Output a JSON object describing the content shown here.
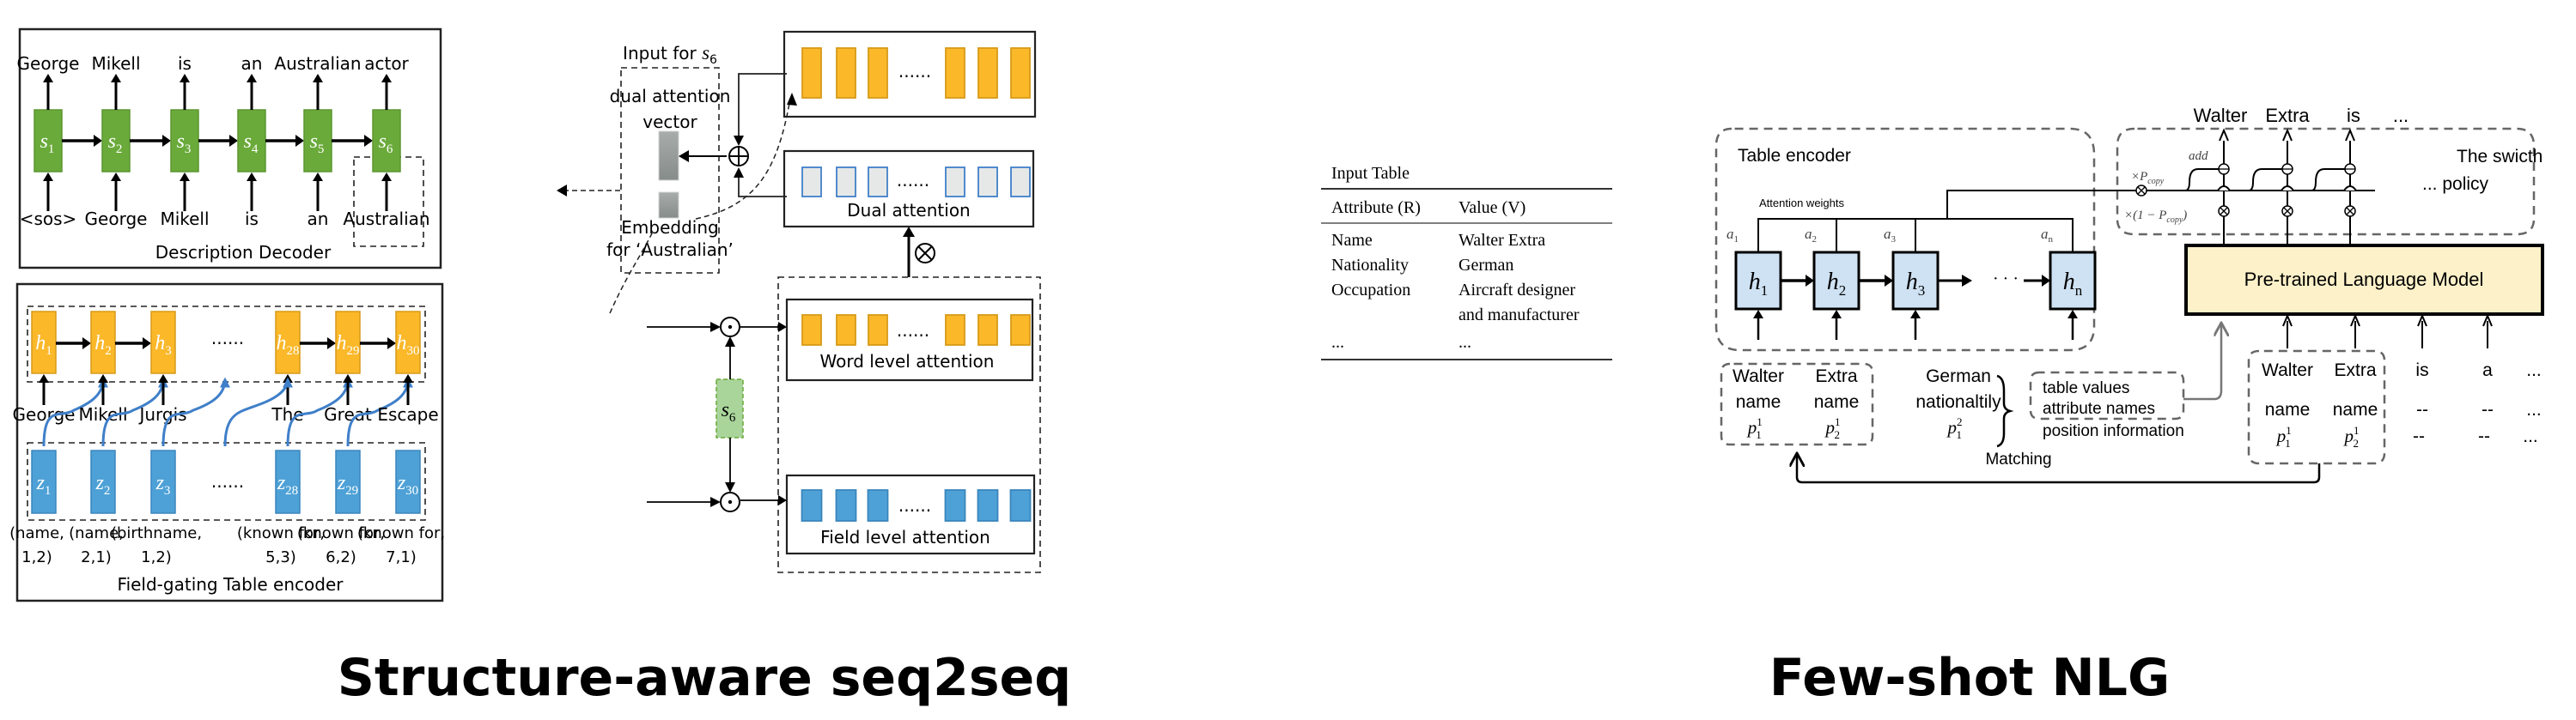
{
  "captions": {
    "left": "Structure-aware seq2seq",
    "right": "Few-shot NLG"
  },
  "colors": {
    "decoder_green": "#6aaa3a",
    "encoder_orange": "#fbb829",
    "field_blue": "#4ea1d6",
    "dual_gray": "#e6e8e7",
    "s6_light_green": "#a9d49a",
    "plm_fill": "#fdf1c9",
    "fewshot_h_fill": "#cfe2f3"
  },
  "structure_aware": {
    "decoder": {
      "title": "Description Decoder",
      "states": [
        {
          "label": "s",
          "sub": "1",
          "output": "George",
          "input": "<sos>"
        },
        {
          "label": "s",
          "sub": "2",
          "output": "Mikell",
          "input": "George"
        },
        {
          "label": "s",
          "sub": "3",
          "output": "is",
          "input": "Mikell"
        },
        {
          "label": "s",
          "sub": "4",
          "output": "an",
          "input": "is"
        },
        {
          "label": "s",
          "sub": "5",
          "output": "Australian",
          "input": "an"
        },
        {
          "label": "s",
          "sub": "6",
          "output": "actor",
          "input": "Australian"
        }
      ]
    },
    "input_for_s6": {
      "title_prefix": "Input for ",
      "title_var": "s",
      "title_sub": "6",
      "vector_label_line1": "dual attention",
      "vector_label_line2": "vector",
      "embedding_label_line1": "Embedding",
      "embedding_label_line2": "for ‘Australian’"
    },
    "dual_attention": {
      "label": "Dual attention",
      "ellipsis": "......"
    },
    "top_attention": {
      "ellipsis": "......"
    },
    "word_level": {
      "label": "Word level attention",
      "ellipsis": "......"
    },
    "field_level": {
      "label": "Field level attention",
      "ellipsis": "......"
    },
    "query_state": {
      "label": "s",
      "sub": "6"
    },
    "operators": {
      "plus": "⊕",
      "times": "⊗",
      "dot": "⊙"
    },
    "encoder": {
      "title": "Field-gating Table encoder",
      "ellipsis": "......",
      "hidden": [
        {
          "label": "h",
          "sub": "1",
          "word": "George",
          "field_line1": "(name,",
          "field_line2": "1,2)"
        },
        {
          "label": "h",
          "sub": "2",
          "word": "Mikell",
          "field_line1": "(name,",
          "field_line2": "2,1)"
        },
        {
          "label": "h",
          "sub": "3",
          "word": "Jurgis",
          "field_line1": "(birthname,",
          "field_line2": "1,2)"
        },
        {
          "label": "h",
          "sub": "28",
          "word": "The",
          "field_line1": "(known for,",
          "field_line2": "5,3)"
        },
        {
          "label": "h",
          "sub": "29",
          "word": "Great",
          "field_line1": "(known for,",
          "field_line2": "6,2)"
        },
        {
          "label": "h",
          "sub": "30",
          "word": "Escape",
          "field_line1": "(known for,",
          "field_line2": "7,1)"
        }
      ],
      "field_states": [
        {
          "label": "z",
          "sub": "1"
        },
        {
          "label": "z",
          "sub": "2"
        },
        {
          "label": "z",
          "sub": "3"
        },
        {
          "label": "z",
          "sub": "28"
        },
        {
          "label": "z",
          "sub": "29"
        },
        {
          "label": "z",
          "sub": "30"
        }
      ]
    }
  },
  "input_table": {
    "title": "Input Table",
    "headers": [
      "Attribute (R)",
      "Value (V)"
    ],
    "rows": [
      {
        "attribute": "Name",
        "value": "Walter Extra",
        "value2": ""
      },
      {
        "attribute": "Nationality",
        "value": "German",
        "value2": ""
      },
      {
        "attribute": "Occupation",
        "value": "Aircraft designer",
        "value2": "and manufacturer"
      },
      {
        "attribute": "...",
        "value": "...",
        "value2": ""
      }
    ]
  },
  "few_shot": {
    "table_encoder": {
      "title": "Table encoder",
      "attention_label": "Attention weights",
      "ellipsis": "· · ·",
      "states": [
        {
          "label": "h",
          "sub": "1",
          "weight": "a",
          "weight_sub": "1"
        },
        {
          "label": "h",
          "sub": "2",
          "weight": "a",
          "weight_sub": "2"
        },
        {
          "label": "h",
          "sub": "3",
          "weight": "a",
          "weight_sub": "3"
        },
        {
          "label": "h",
          "sub": "n",
          "weight": "a",
          "weight_sub": "n"
        }
      ]
    },
    "switch_policy": {
      "title_line1": "The swicth",
      "title_line2": "policy",
      "trailing": "...",
      "p_copy": "×P",
      "p_copy_sub": "copy",
      "one_minus": "×(1 − P",
      "one_minus_sub": "copy",
      "one_minus_close": ")",
      "add_label": "add"
    },
    "outputs": [
      "Walter",
      "Extra",
      "is",
      "..."
    ],
    "plm": {
      "label": "Pre-trained Language Model"
    },
    "source_tokens": {
      "values": [
        "Walter",
        "Extra",
        "German"
      ],
      "attributes": [
        "name",
        "name",
        "nationaltily"
      ],
      "positions": [
        {
          "p": "p",
          "sub": "1",
          "sup": "1"
        },
        {
          "p": "p",
          "sub": "2",
          "sup": "1"
        },
        {
          "p": "p",
          "sub": "1",
          "sup": "2"
        }
      ]
    },
    "legend": [
      "table values",
      "attribute names",
      "position information"
    ],
    "target_tokens": {
      "values": [
        "Walter",
        "Extra",
        "is",
        "a",
        "..."
      ],
      "attributes": [
        "name",
        "name",
        "--",
        "--",
        "..."
      ],
      "positions": [
        {
          "p": "p",
          "sub": "1",
          "sup": "1"
        },
        {
          "p": "p",
          "sub": "2",
          "sup": "1"
        },
        {
          "p": "--"
        },
        {
          "p": "--"
        },
        {
          "p": "..."
        }
      ]
    },
    "matching_label": "Matching"
  }
}
